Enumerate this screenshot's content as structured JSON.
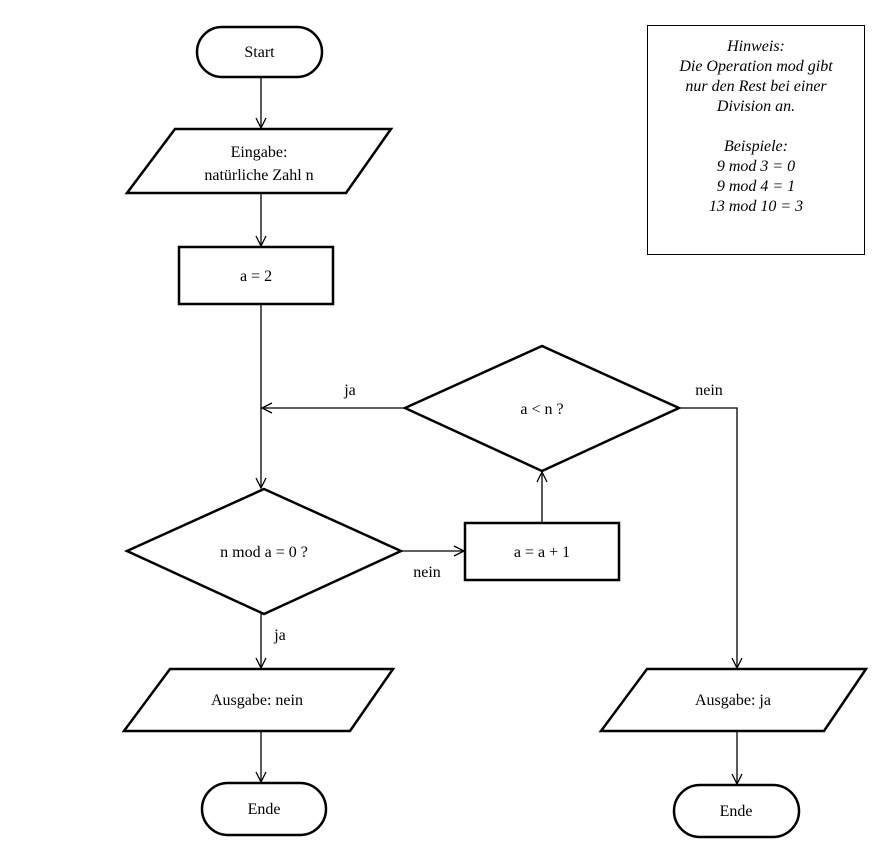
{
  "nodes": {
    "start": "Start",
    "input_line1": "Eingabe:",
    "input_line2": "natürliche Zahl n",
    "assign": "a = 2",
    "decision_less": "a < n ?",
    "decision_mod": "n mod a = 0 ?",
    "increment": "a = a + 1",
    "output_nein": "Ausgabe: nein",
    "output_ja": "Ausgabe: ja",
    "end_left": "Ende",
    "end_right": "Ende"
  },
  "edges": {
    "less_yes": "ja",
    "less_no": "nein",
    "mod_no": "nein",
    "mod_yes": "ja"
  },
  "note": {
    "lines": [
      "Hinweis:",
      "Die Operation mod gibt",
      "nur den Rest bei einer",
      "Division an.",
      "",
      "Beispiele:",
      "9 mod 3 = 0",
      "9 mod 4 = 1",
      "13 mod 10 = 3"
    ]
  }
}
